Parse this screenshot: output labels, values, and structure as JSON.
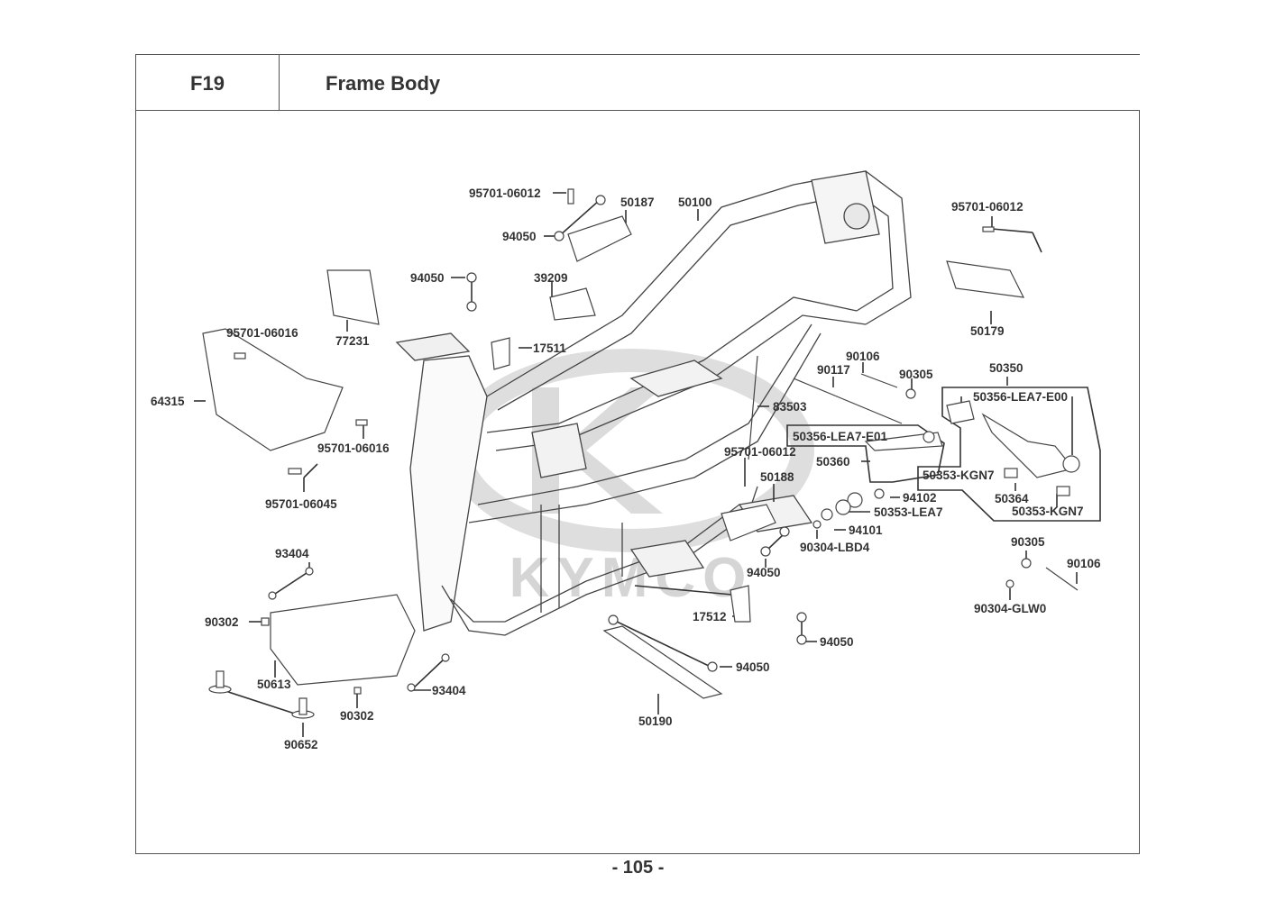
{
  "header": {
    "section_code": "F19",
    "section_title": "Frame Body"
  },
  "page_number": "- 105 -",
  "watermark": "KYMCO",
  "callouts": [
    {
      "id": "c1",
      "part": "95701-06012"
    },
    {
      "id": "c2",
      "part": "50187"
    },
    {
      "id": "c3",
      "part": "50100"
    },
    {
      "id": "c4",
      "part": "94050"
    },
    {
      "id": "c5",
      "part": "94050"
    },
    {
      "id": "c6",
      "part": "39209"
    },
    {
      "id": "c7",
      "part": "77231"
    },
    {
      "id": "c8",
      "part": "17511"
    },
    {
      "id": "c9",
      "part": "95701-06016"
    },
    {
      "id": "c10",
      "part": "64315"
    },
    {
      "id": "c11",
      "part": "95701-06016"
    },
    {
      "id": "c12",
      "part": "95701-06045"
    },
    {
      "id": "c13",
      "part": "95701-06012"
    },
    {
      "id": "c14",
      "part": "50179"
    },
    {
      "id": "c15",
      "part": "90106"
    },
    {
      "id": "c16",
      "part": "90117"
    },
    {
      "id": "c17",
      "part": "90305"
    },
    {
      "id": "c18",
      "part": "50350"
    },
    {
      "id": "c19",
      "part": "83503"
    },
    {
      "id": "c20",
      "part": "50356-LEA7-E00"
    },
    {
      "id": "c21",
      "part": "50356-LEA7-E01"
    },
    {
      "id": "c22",
      "part": "95701-06012"
    },
    {
      "id": "c23",
      "part": "50360"
    },
    {
      "id": "c24",
      "part": "50353-KGN7"
    },
    {
      "id": "c25",
      "part": "50188"
    },
    {
      "id": "c26",
      "part": "94102"
    },
    {
      "id": "c27",
      "part": "50364"
    },
    {
      "id": "c28",
      "part": "50353-LEA7"
    },
    {
      "id": "c29",
      "part": "50353-KGN7"
    },
    {
      "id": "c30",
      "part": "94101"
    },
    {
      "id": "c31",
      "part": "90304-LBD4"
    },
    {
      "id": "c32",
      "part": "94050"
    },
    {
      "id": "c33",
      "part": "90305"
    },
    {
      "id": "c34",
      "part": "90106"
    },
    {
      "id": "c35",
      "part": "93404"
    },
    {
      "id": "c36",
      "part": "90304-GLW0"
    },
    {
      "id": "c37",
      "part": "17512"
    },
    {
      "id": "c38",
      "part": "90302"
    },
    {
      "id": "c39",
      "part": "94050"
    },
    {
      "id": "c40",
      "part": "50613"
    },
    {
      "id": "c41",
      "part": "94050"
    },
    {
      "id": "c42",
      "part": "93404"
    },
    {
      "id": "c43",
      "part": "90302"
    },
    {
      "id": "c44",
      "part": "50190"
    },
    {
      "id": "c45",
      "part": "90652"
    }
  ]
}
